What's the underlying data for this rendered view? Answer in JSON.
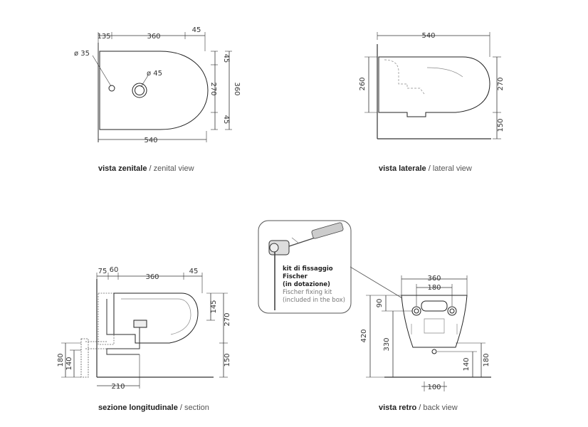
{
  "zenital": {
    "top_dims": [
      "135",
      "360",
      "45"
    ],
    "right_dims": [
      "45",
      "270",
      "45"
    ],
    "right_total": "360",
    "bottom_dim": "540",
    "hole_left": "ø 35",
    "hole_center": "ø 45",
    "caption_it": "vista zenitale",
    "caption_en": "zenital view"
  },
  "lateral": {
    "top_dim": "540",
    "left_dim": "260",
    "right_dims": [
      "270",
      "150"
    ],
    "caption_it": "vista laterale",
    "caption_en": "lateral view"
  },
  "section": {
    "top_dims": [
      "75",
      "60",
      "360",
      "45"
    ],
    "right_dims": [
      "145",
      "270",
      "150"
    ],
    "left_dims": [
      "180",
      "140"
    ],
    "bottom_dim": "210",
    "caption_it": "sezione longitudinale",
    "caption_en": "section"
  },
  "kit": {
    "line1": "kit di fissaggio",
    "line2": "Fischer",
    "line3": "(in dotazione)",
    "line4": "Fischer fixing kit",
    "line5": "(included in the box)"
  },
  "back": {
    "top_dims": [
      "360",
      "180"
    ],
    "left_dims": [
      "90",
      "420",
      "330"
    ],
    "right_dims": [
      "140",
      "180"
    ],
    "bottom_dim": "100",
    "caption_it": "vista retro",
    "caption_en": "back view"
  },
  "caption_separator": "/"
}
